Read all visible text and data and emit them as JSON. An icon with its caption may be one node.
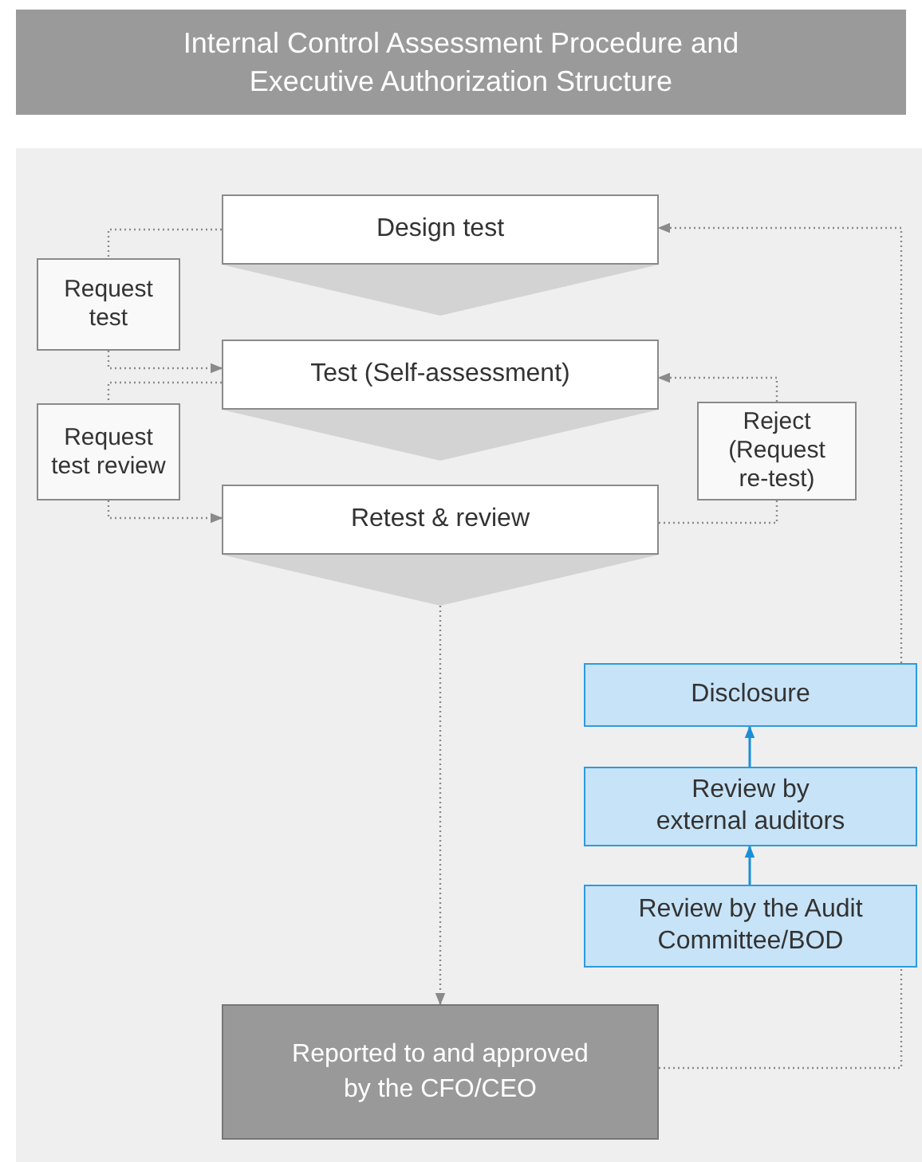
{
  "diagram": {
    "title": "Internal Control Assessment Procedure and Executive Authorization Structure",
    "nodes": [
      {
        "text": [
          "Design test"
        ]
      },
      {
        "text": [
          "Test (Self-assessment)"
        ]
      },
      {
        "text": [
          "Retest & review"
        ]
      },
      {
        "text": [
          "Request test"
        ]
      },
      {
        "text": [
          "Request test review"
        ]
      },
      {
        "text": [
          "Reject (Request re-test)"
        ]
      },
      {
        "text": [
          "Disclosure"
        ]
      },
      {
        "text": [
          "Review by external auditors"
        ]
      },
      {
        "text": [
          "Review by the Audit Committee/BOD"
        ]
      },
      {
        "text": [
          "Reported to and approved by the CFO/CEO"
        ]
      }
    ],
    "edges": [
      {
        "from": 0,
        "to": 1,
        "arrow": "to"
      },
      {
        "from": 1,
        "to": 2,
        "arrow": "to"
      },
      {
        "from": 2,
        "to": 9,
        "arrow": "to",
        "style": "dashed"
      },
      {
        "from": 0,
        "to": 3,
        "arrow": "none",
        "style": "dashed"
      },
      {
        "from": 3,
        "to": 1,
        "arrow": "to",
        "style": "dashed"
      },
      {
        "from": 1,
        "to": 4,
        "arrow": "none",
        "style": "dashed"
      },
      {
        "from": 4,
        "to": 2,
        "arrow": "to",
        "style": "dashed"
      },
      {
        "from": 2,
        "to": 5,
        "arrow": "none",
        "style": "dashed"
      },
      {
        "from": 5,
        "to": 1,
        "arrow": "to",
        "style": "dashed"
      },
      {
        "from": 9,
        "to": 8,
        "arrow": "none",
        "style": "dashed"
      },
      {
        "from": 8,
        "to": 7,
        "arrow": "to",
        "color": "#1a8fd6"
      },
      {
        "from": 7,
        "to": 6,
        "arrow": "to",
        "color": "#1a8fd6"
      },
      {
        "from": 6,
        "to": 0,
        "arrow": "to",
        "style": "dashed"
      }
    ]
  }
}
